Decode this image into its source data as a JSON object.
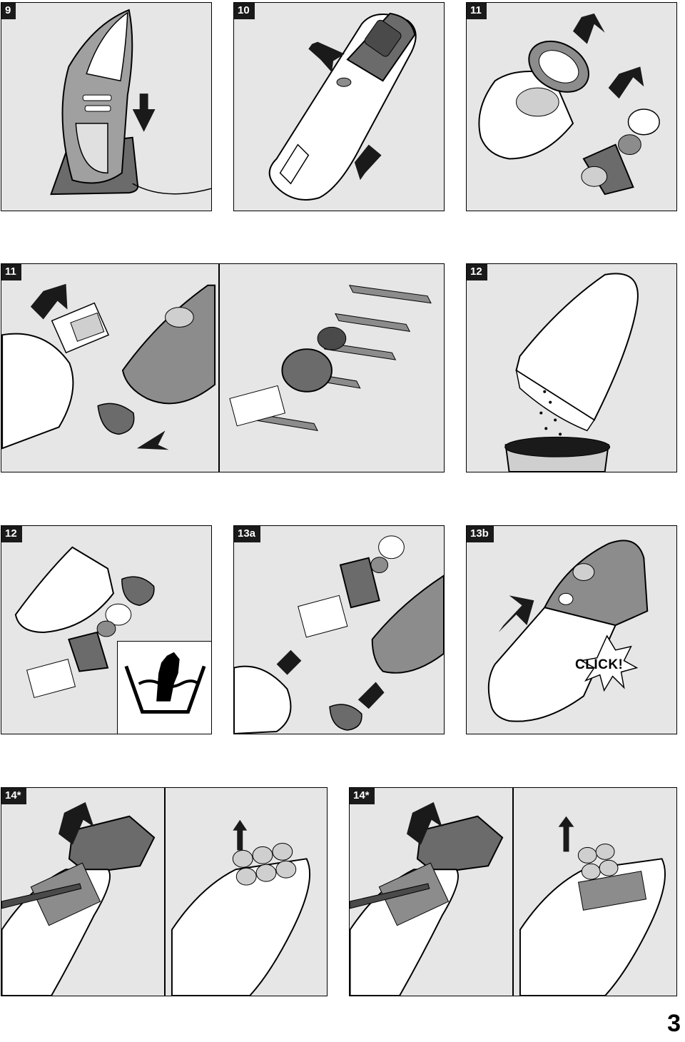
{
  "figures": [
    {
      "id": "fig-9",
      "label": "9"
    },
    {
      "id": "fig-10",
      "label": "10"
    },
    {
      "id": "fig-11a",
      "label": "11"
    },
    {
      "id": "fig-11b",
      "label": "11"
    },
    {
      "id": "fig-12a",
      "label": "12"
    },
    {
      "id": "fig-12b",
      "label": "12"
    },
    {
      "id": "fig-13a",
      "label": "13a"
    },
    {
      "id": "fig-13b",
      "label": "13b"
    },
    {
      "id": "fig-14a",
      "label": "14*"
    },
    {
      "id": "fig-14b",
      "label": "14*"
    }
  ],
  "annotations": {
    "click": "CLICK!"
  },
  "page": {
    "number": "3"
  },
  "colors": {
    "panel_bg": "#e6e6e6",
    "ink": "#000000",
    "body_gray": "#8c8c8c",
    "dark_gray": "#4a4a4a"
  }
}
